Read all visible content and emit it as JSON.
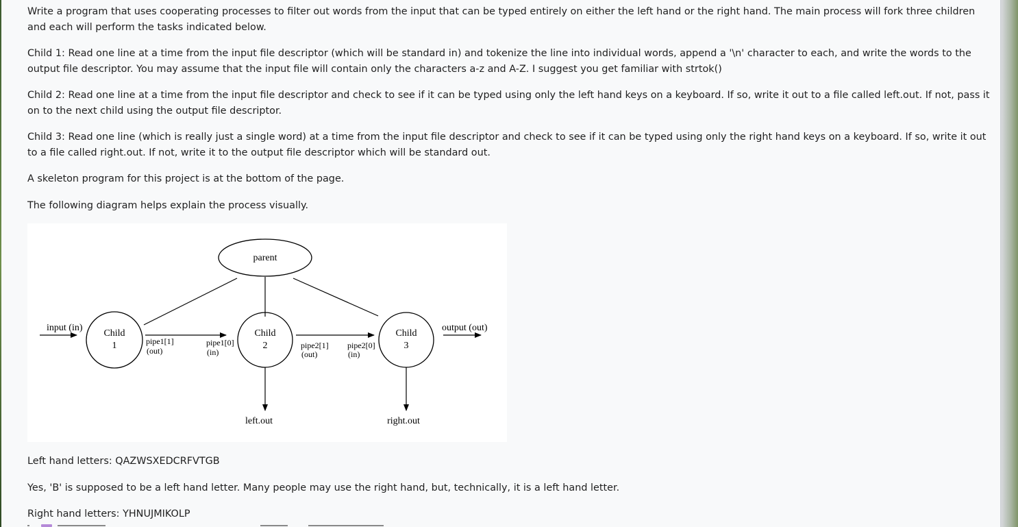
{
  "paragraphs": [
    "Write a program that uses cooperating processes to filter out words from the input that can be typed entirely on either the left hand or the right hand. The main process will fork three children and each will perform the tasks indicated below.",
    "Child 1: Read one line at a time from the input file descriptor (which will be standard in) and tokenize the line into individual words, append a '\\n' character to each, and write the words to the output file descriptor. You may assume that the input file will contain only the characters a-z and A-Z. I suggest you get familiar with strtok()",
    "Child 2: Read one line at a time from the input file descriptor and check to see if it can be typed using only the left hand keys on a keyboard. If so, write it out to a file called left.out. If not, pass it on to the next child using the output file descriptor.",
    "Child 3: Read one line (which is really just a single word) at a time from the input file descriptor and check to see if it can be typed using only the right hand keys on a keyboard. If so, write it out to a file called right.out. If not, write it to the output file descriptor which will be standard out.",
    "A skeleton program for this project is at the bottom of the page.",
    "The following diagram helps explain the process visually."
  ],
  "diagram": {
    "parent_label": "parent",
    "input_label": "input (in)",
    "output_label": "output (out)",
    "child1": [
      "Child",
      "1"
    ],
    "child2": [
      "Child",
      "2"
    ],
    "child3": [
      "Child",
      "3"
    ],
    "pipe1_out": [
      "pipe1[1]",
      "(out)"
    ],
    "pipe1_in": [
      "pipe1[0]",
      "(in)"
    ],
    "pipe2_out": [
      "pipe2[1]",
      "(out)"
    ],
    "pipe2_in": [
      "pipe2[0]",
      "(in)"
    ],
    "left_out": "left.out",
    "right_out": "right.out"
  },
  "after": [
    "Left hand letters: QAZWSXEDCRFVTGB",
    "Yes, 'B' is supposed to be a left hand letter. Many people may use the right hand, but, technically, it is a left hand letter.",
    "Right hand letters: YHNUJMIKOLP"
  ]
}
